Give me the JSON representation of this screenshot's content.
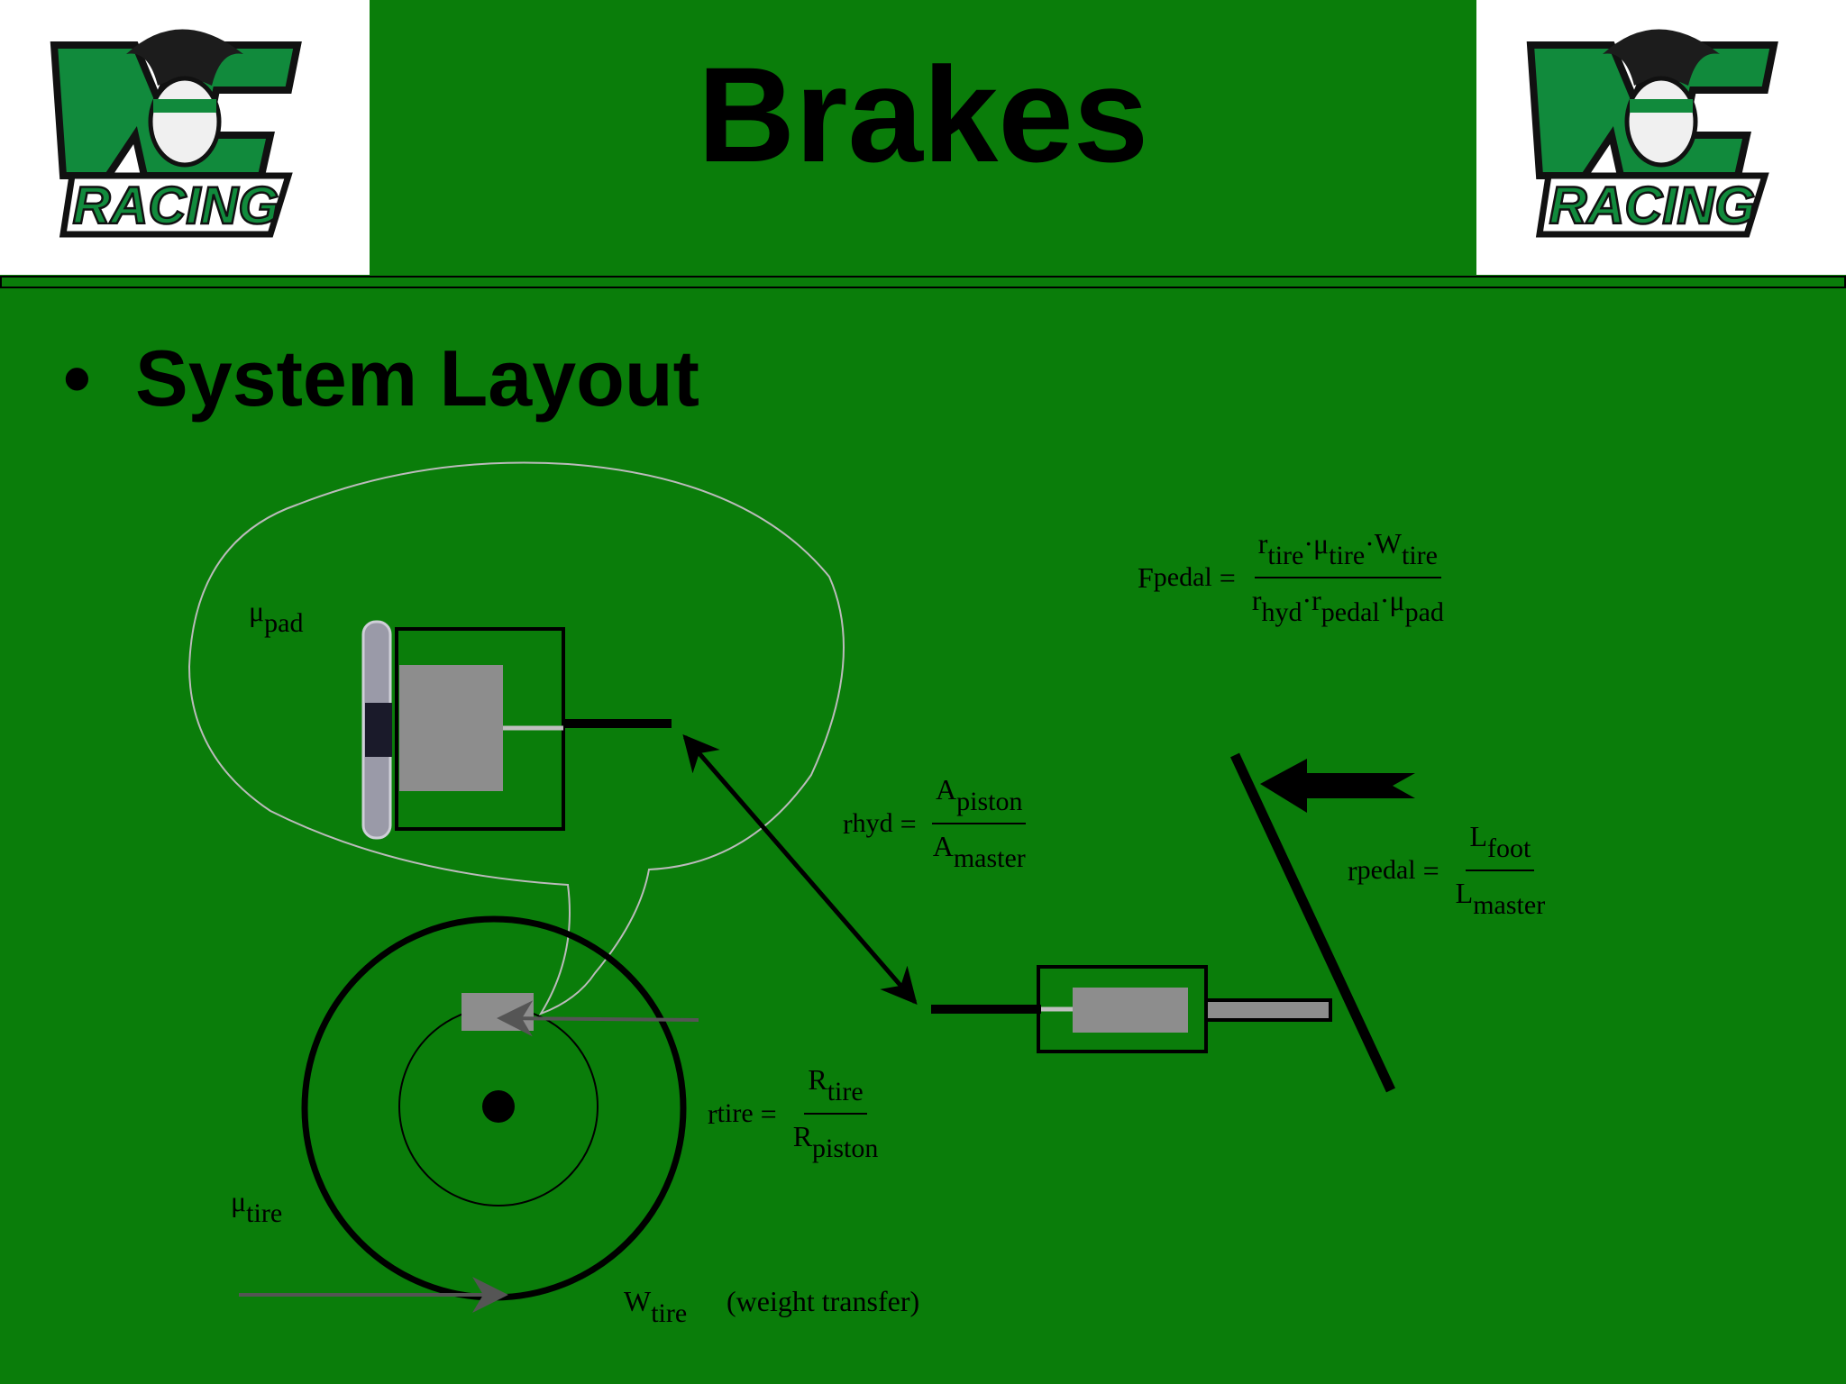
{
  "slide": {
    "title": "Brakes",
    "bullet": "System Layout",
    "bullet_symbol": "•",
    "logo_text_top": "YC",
    "logo_text_bottom": "RACING",
    "colors": {
      "background": "#0a7d0a",
      "logo_green": "#118a3c",
      "text": "#000000"
    }
  },
  "diagram": {
    "labels": {
      "mu_pad": {
        "sym": "μ",
        "sub": "pad"
      },
      "mu_tire": {
        "sym": "μ",
        "sub": "tire"
      },
      "w_tire": {
        "sym": "W",
        "sub": "tire"
      },
      "weight_transfer": "(weight transfer)"
    },
    "equations": {
      "f_pedal": {
        "lhs": "F",
        "lhs_sub": "pedal",
        "eq": "=",
        "num": "r",
        "num_sub": "tire",
        "num_rest": "·μ",
        "num_sub2": "tire",
        "num_rest2": "·W",
        "num_sub3": "tire",
        "den": "r",
        "den_sub": "hyd",
        "den_rest": "·r",
        "den_sub2": "pedal",
        "den_rest2": "·μ",
        "den_sub3": "pad"
      },
      "r_hyd": {
        "lhs": "r",
        "lhs_sub": "hyd",
        "eq": "=",
        "num": "A",
        "num_sub": "piston",
        "den": "A",
        "den_sub": "master"
      },
      "r_pedal": {
        "lhs": "r",
        "lhs_sub": "pedal",
        "eq": "=",
        "num": "L",
        "num_sub": "foot",
        "den": "L",
        "den_sub": "master"
      },
      "r_tire": {
        "lhs": "r",
        "lhs_sub": "tire",
        "eq": "=",
        "num": "R",
        "num_sub": "tire",
        "den": "R",
        "den_sub": "piston"
      }
    }
  }
}
